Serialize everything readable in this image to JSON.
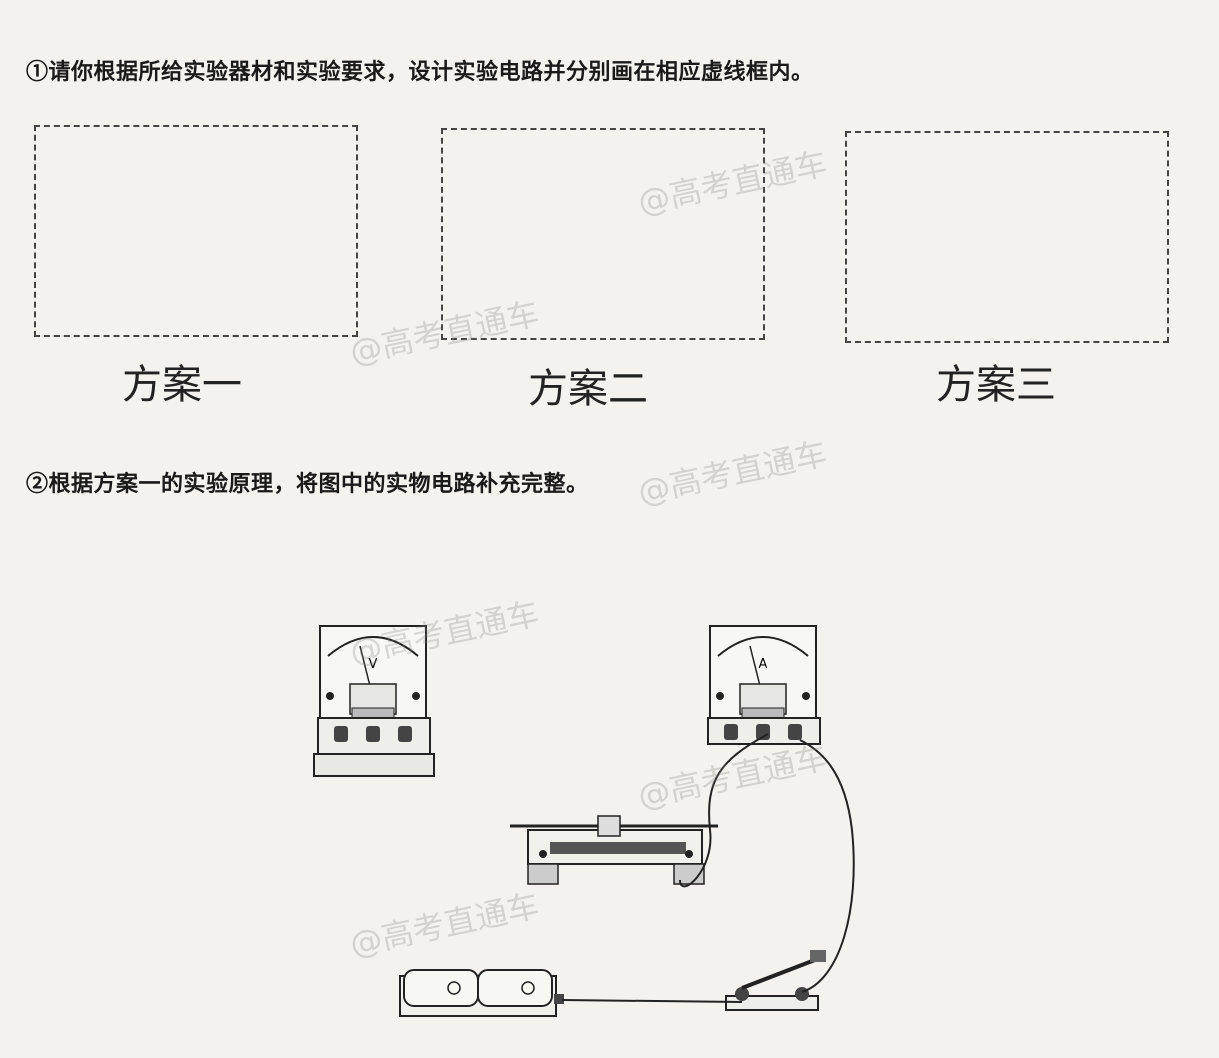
{
  "question_1": "①请你根据所给实验器材和实验要求，设计实验电路并分别画在相应虚线框内。",
  "question_2": "②根据方案一的实验原理，将图中的实物电路补充完整。",
  "boxes": [
    {
      "label": "方案一"
    },
    {
      "label": "方案二"
    },
    {
      "label": "方案三"
    }
  ],
  "watermark_text": "@高考直通车",
  "meters": {
    "voltmeter_symbol": "V",
    "ammeter_symbol": "A"
  },
  "icons": [
    "voltmeter-icon",
    "ammeter-icon",
    "rheostat-icon",
    "battery-icon",
    "switch-icon"
  ]
}
